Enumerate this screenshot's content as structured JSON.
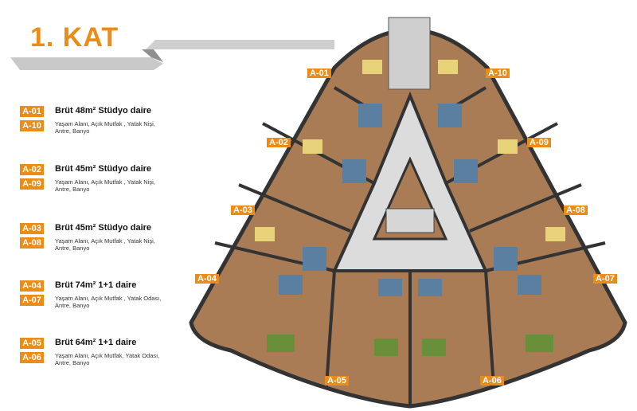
{
  "title": "1. KAT",
  "legend": [
    {
      "codes": [
        "A-01",
        "A-10"
      ],
      "heading": "Brüt 48m² Stüdyo daire",
      "description": "Yaşam Alanı, Açık Mutfak , Yatak Nişi, Antre, Banyo"
    },
    {
      "codes": [
        "A-02",
        "A-09"
      ],
      "heading": "Brüt 45m² Stüdyo daire",
      "description": "Yaşam Alanı, Açık Mutfak , Yatak Nişi, Antre, Banyo"
    },
    {
      "codes": [
        "A-03",
        "A-08"
      ],
      "heading": "Brüt 45m² Stüdyo daire",
      "description": "Yaşam Alanı, Açık Mutfak , Yatak Nişi, Antre, Banyo"
    },
    {
      "codes": [
        "A-04",
        "A-07"
      ],
      "heading": "Brüt 74m² 1+1 daire",
      "description": "Yaşam Alanı, Açık Mutfak , Yatak Odası, Antre, Banyo"
    },
    {
      "codes": [
        "A-05",
        "A-06"
      ],
      "heading": "Brüt 64m² 1+1 daire",
      "description": "Yaşam Alanı, Açık Mutfak, Yatak Odası, Antre, Banyo"
    }
  ],
  "plan_labels": {
    "a01": "A-01",
    "a10": "A-10",
    "a02": "A-02",
    "a09": "A-09",
    "a03": "A-03",
    "a08": "A-08",
    "a04": "A-04",
    "a07": "A-07",
    "a05": "A-05",
    "a06": "A-06"
  },
  "colors": {
    "accent": "#ec8b16",
    "floor": "#a97c55",
    "corridor": "#dcdcdc"
  }
}
